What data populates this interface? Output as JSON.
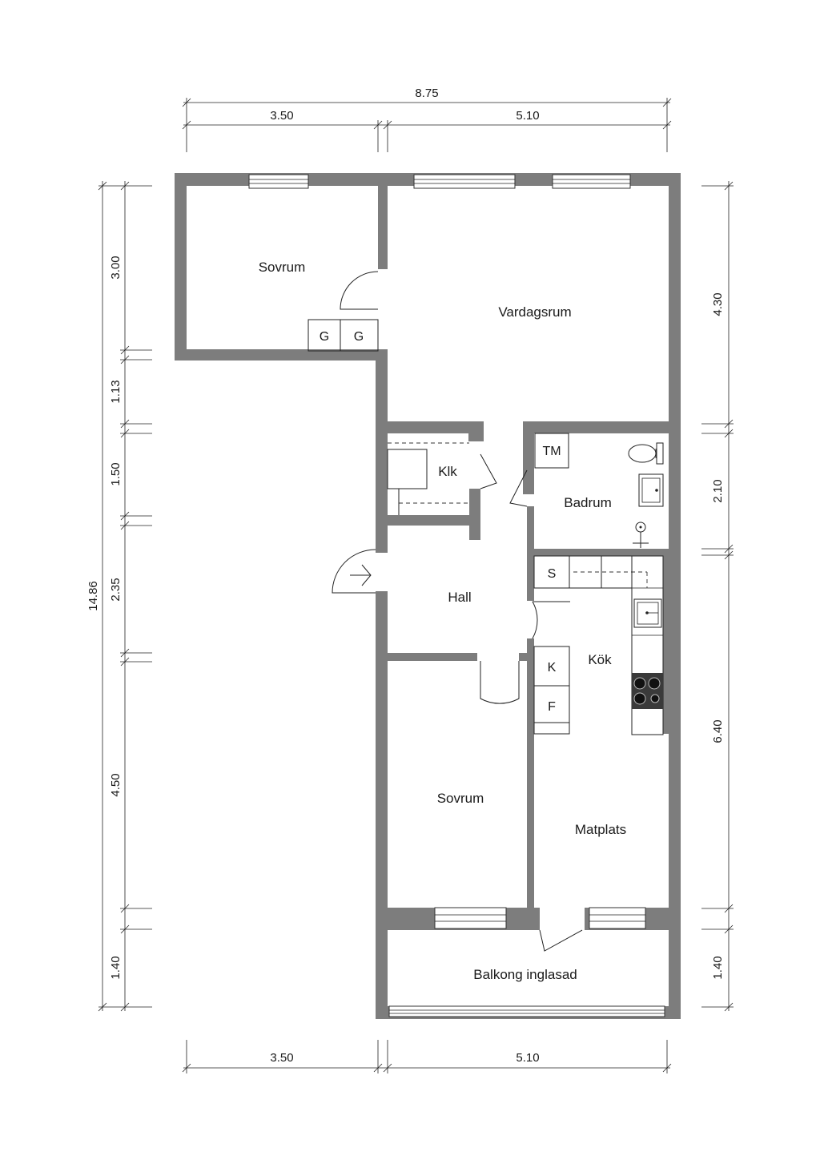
{
  "rooms": {
    "sovrum_top": "Sovrum",
    "vardagsrum": "Vardagsrum",
    "klk": "Klk",
    "badrum": "Badrum",
    "hall": "Hall",
    "kok": "Kök",
    "sovrum_bottom": "Sovrum",
    "matplats": "Matplats",
    "balkong": "Balkong inglasad"
  },
  "fixtures": {
    "g1": "G",
    "g2": "G",
    "tm": "TM",
    "s": "S",
    "k": "K",
    "f": "F"
  },
  "dimensions": {
    "top_total": "8.75",
    "top_left": "3.50",
    "top_right": "5.10",
    "bottom_left": "3.50",
    "bottom_right": "5.10",
    "left_total": "14.86",
    "left_segments": [
      "3.00",
      "1.13",
      "1.50",
      "2.35",
      "4.50",
      "1.40"
    ],
    "right_segments": [
      "4.30",
      "2.10",
      "6.40",
      "1.40"
    ]
  }
}
